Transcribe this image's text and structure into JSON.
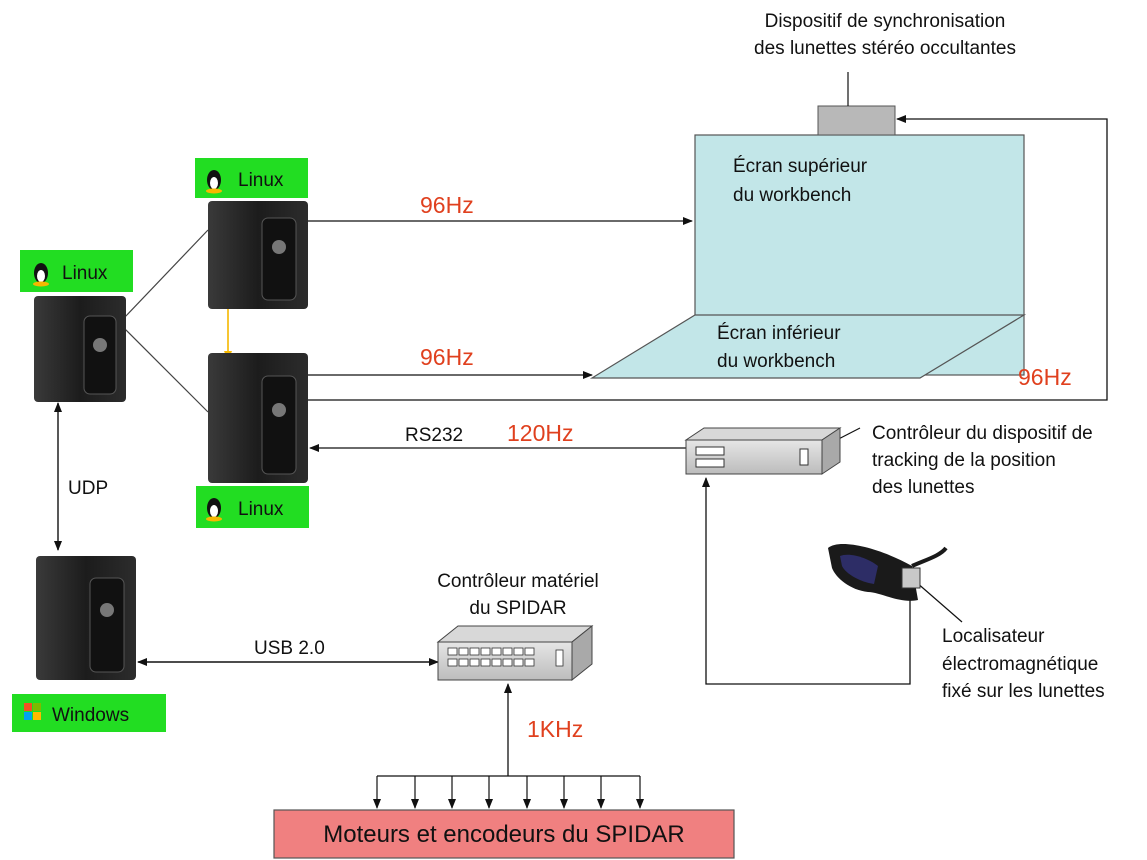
{
  "os": {
    "linux_top": "Linux",
    "linux_left": "Linux",
    "linux_bottom": "Linux",
    "windows": "Windows"
  },
  "labels": {
    "sync_line1": "Dispositif de synchronisation",
    "sync_line2": "des lunettes stéréo occultantes",
    "screen_top_line1": "Écran supérieur",
    "screen_top_line2": "du workbench",
    "screen_bottom_line1": "Écran inférieur",
    "screen_bottom_line2": "du workbench",
    "tracker_line1": "Contrôleur du dispositif de",
    "tracker_line2": "tracking de la position",
    "tracker_line3": "des lunettes",
    "locator_line1": "Localisateur",
    "locator_line2": "électromagnétique",
    "locator_line3": "fixé sur les lunettes",
    "spidar_ctrl_line1": "Contrôleur matériel",
    "spidar_ctrl_line2": "du SPIDAR",
    "motors": "Moteurs et encodeurs du SPIDAR",
    "udp": "UDP",
    "usb": "USB 2.0",
    "rs232": "RS232"
  },
  "freqs": {
    "top_screen": "96Hz",
    "bottom_screen": "96Hz",
    "sync": "96Hz",
    "tracker": "120Hz",
    "spidar": "1KHz"
  },
  "colors": {
    "screen_fill": "#c2e6e8",
    "os_badge": "#22dd22",
    "motors_box": "#f08080",
    "freq_text": "#e0401e",
    "yellow_link": "#f5b800"
  }
}
